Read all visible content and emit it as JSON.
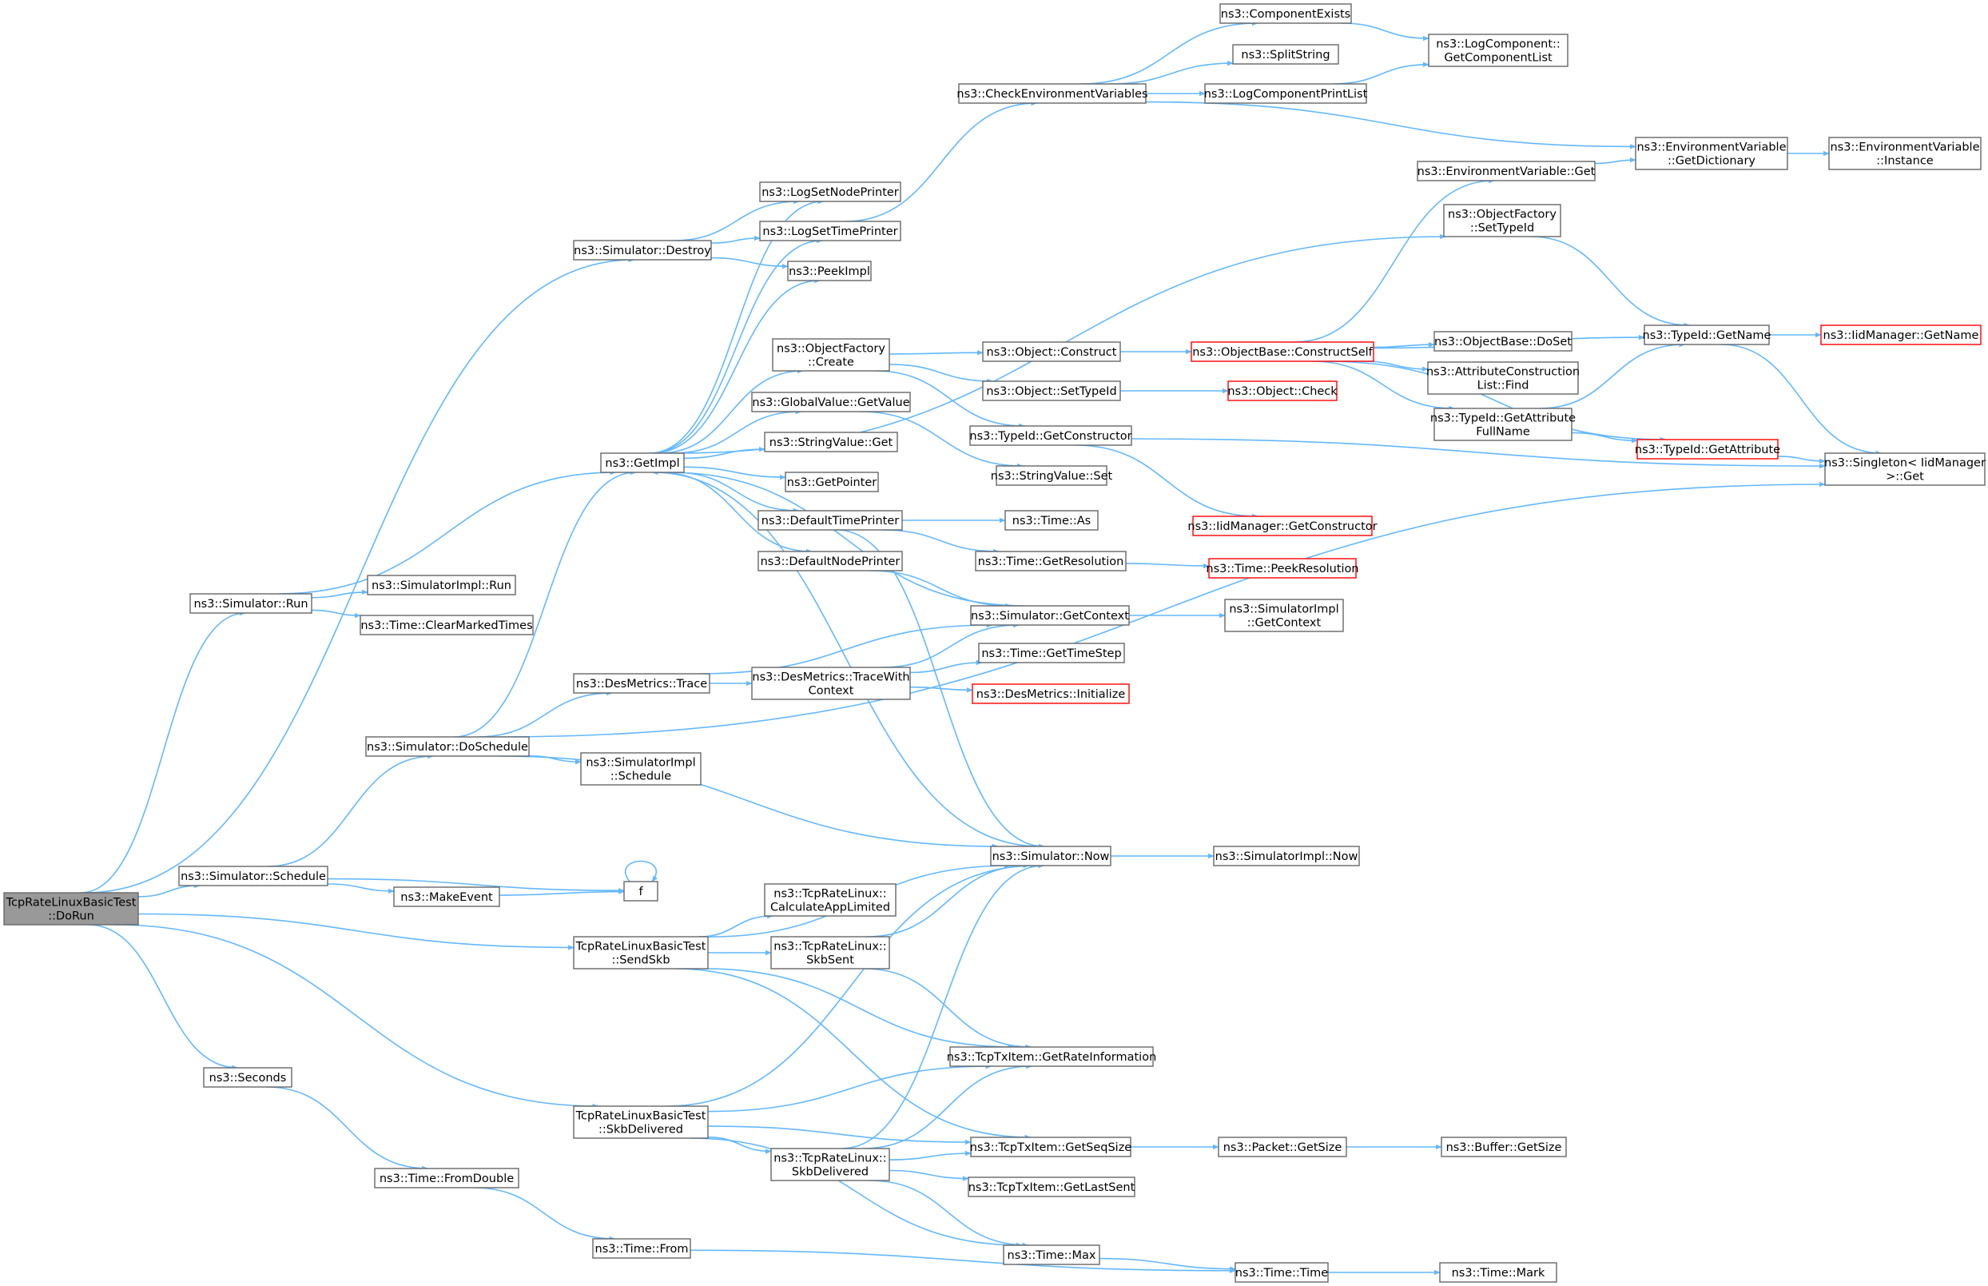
{
  "colors": {
    "edge": "#63b8ff",
    "node_border": "#666666",
    "node_fill": "#ffffff",
    "root_fill": "#999999",
    "truncated_border": "#ff0000",
    "text": "#000000"
  },
  "nodes": [
    {
      "id": "root",
      "lines": [
        "TcpRateLinuxBasicTest",
        "::DoRun"
      ],
      "kind": "root"
    },
    {
      "id": "sim_destroy",
      "lines": [
        "ns3::Simulator::Destroy"
      ]
    },
    {
      "id": "sim_run",
      "lines": [
        "ns3::Simulator::Run"
      ]
    },
    {
      "id": "sim_schedule",
      "lines": [
        "ns3::Simulator::Schedule"
      ]
    },
    {
      "id": "sim_doschedule",
      "lines": [
        "ns3::Simulator::DoSchedule"
      ]
    },
    {
      "id": "seconds",
      "lines": [
        "ns3::Seconds"
      ]
    },
    {
      "id": "sendskb",
      "lines": [
        "TcpRateLinuxBasicTest",
        "::SendSkb"
      ]
    },
    {
      "id": "skbdelivered",
      "lines": [
        "TcpRateLinuxBasicTest",
        "::SkbDelivered"
      ]
    },
    {
      "id": "getimpl",
      "lines": [
        "ns3::GetImpl"
      ]
    },
    {
      "id": "desmetrics_trace",
      "lines": [
        "ns3::DesMetrics::Trace"
      ]
    },
    {
      "id": "makeevent",
      "lines": [
        "ns3::MakeEvent"
      ]
    },
    {
      "id": "f",
      "lines": [
        "f"
      ]
    },
    {
      "id": "time_fromdouble",
      "lines": [
        "ns3::Time::FromDouble"
      ]
    },
    {
      "id": "time_from",
      "lines": [
        "ns3::Time::From"
      ]
    },
    {
      "id": "simimpl_run",
      "lines": [
        "ns3::SimulatorImpl::Run"
      ]
    },
    {
      "id": "time_clearmarked",
      "lines": [
        "ns3::Time::ClearMarkedTimes"
      ]
    },
    {
      "id": "simimpl_schedule",
      "lines": [
        "ns3::SimulatorImpl",
        "::Schedule"
      ]
    },
    {
      "id": "logsetnodeprinter",
      "lines": [
        "ns3::LogSetNodePrinter"
      ]
    },
    {
      "id": "logsettimeprinter",
      "lines": [
        "ns3::LogSetTimePrinter"
      ]
    },
    {
      "id": "peekimpl",
      "lines": [
        "ns3::PeekImpl"
      ]
    },
    {
      "id": "objfactory_create",
      "lines": [
        "ns3::ObjectFactory",
        "::Create"
      ]
    },
    {
      "id": "globalvalue_getvalue",
      "lines": [
        "ns3::GlobalValue::GetValue"
      ]
    },
    {
      "id": "stringvalue_get",
      "lines": [
        "ns3::StringValue::Get"
      ]
    },
    {
      "id": "getpointer",
      "lines": [
        "ns3::GetPointer"
      ]
    },
    {
      "id": "defaulttimeprinter",
      "lines": [
        "ns3::DefaultTimePrinter"
      ]
    },
    {
      "id": "defaultnodeprinter",
      "lines": [
        "ns3::DefaultNodePrinter"
      ]
    },
    {
      "id": "desmetrics_tracewith",
      "lines": [
        "ns3::DesMetrics::TraceWith",
        "Context"
      ]
    },
    {
      "id": "calcapplimited",
      "lines": [
        "ns3::TcpRateLinux::",
        "CalculateAppLimited"
      ]
    },
    {
      "id": "trl_skbsent",
      "lines": [
        "ns3::TcpRateLinux::",
        "SkbSent"
      ]
    },
    {
      "id": "trl_skbdelivered",
      "lines": [
        "ns3::TcpRateLinux::",
        "SkbDelivered"
      ]
    },
    {
      "id": "checkenv",
      "lines": [
        "ns3::CheckEnvironmentVariables"
      ]
    },
    {
      "id": "componentexists",
      "lines": [
        "ns3::ComponentExists"
      ]
    },
    {
      "id": "splitstring",
      "lines": [
        "ns3::SplitString"
      ]
    },
    {
      "id": "logcomponentprintlist",
      "lines": [
        "ns3::LogComponentPrintList"
      ]
    },
    {
      "id": "object_construct",
      "lines": [
        "ns3::Object::Construct"
      ]
    },
    {
      "id": "object_settypeid",
      "lines": [
        "ns3::Object::SetTypeId"
      ]
    },
    {
      "id": "typeid_getconstructor",
      "lines": [
        "ns3::TypeId::GetConstructor"
      ]
    },
    {
      "id": "stringvalue_set",
      "lines": [
        "ns3::StringValue::Set"
      ]
    },
    {
      "id": "time_as",
      "lines": [
        "ns3::Time::As"
      ]
    },
    {
      "id": "time_getresolution",
      "lines": [
        "ns3::Time::GetResolution"
      ]
    },
    {
      "id": "sim_getcontext",
      "lines": [
        "ns3::Simulator::GetContext"
      ]
    },
    {
      "id": "time_gettimestep",
      "lines": [
        "ns3::Time::GetTimeStep"
      ]
    },
    {
      "id": "desmetrics_initialize",
      "lines": [
        "ns3::DesMetrics::Initialize"
      ],
      "kind": "truncated"
    },
    {
      "id": "sim_now",
      "lines": [
        "ns3::Simulator::Now"
      ]
    },
    {
      "id": "tcptxitem_getrateinfo",
      "lines": [
        "ns3::TcpTxItem::GetRateInformation"
      ]
    },
    {
      "id": "tcptxitem_getseqsize",
      "lines": [
        "ns3::TcpTxItem::GetSeqSize"
      ]
    },
    {
      "id": "tcptxitem_getlastsent",
      "lines": [
        "ns3::TcpTxItem::GetLastSent"
      ]
    },
    {
      "id": "time_max",
      "lines": [
        "ns3::Time::Max"
      ]
    },
    {
      "id": "logcomponent_getlist",
      "lines": [
        "ns3::LogComponent::",
        "GetComponentList"
      ]
    },
    {
      "id": "envvar_get",
      "lines": [
        "ns3::EnvironmentVariable::Get"
      ]
    },
    {
      "id": "objfactory_settypeid",
      "lines": [
        "ns3::ObjectFactory",
        "::SetTypeId"
      ]
    },
    {
      "id": "objectbase_constructself",
      "lines": [
        "ns3::ObjectBase::ConstructSelf"
      ],
      "kind": "truncated"
    },
    {
      "id": "object_check",
      "lines": [
        "ns3::Object::Check"
      ],
      "kind": "truncated"
    },
    {
      "id": "iidmanager_getconstructor",
      "lines": [
        "ns3::IidManager::GetConstructor"
      ],
      "kind": "truncated"
    },
    {
      "id": "time_peekresolution",
      "lines": [
        "ns3::Time::PeekResolution"
      ],
      "kind": "truncated"
    },
    {
      "id": "simimpl_getcontext",
      "lines": [
        "ns3::SimulatorImpl",
        "::GetContext"
      ]
    },
    {
      "id": "simimpl_now",
      "lines": [
        "ns3::SimulatorImpl::Now"
      ]
    },
    {
      "id": "packet_getsize",
      "lines": [
        "ns3::Packet::GetSize"
      ]
    },
    {
      "id": "time_time",
      "lines": [
        "ns3::Time::Time"
      ]
    },
    {
      "id": "envvar_getdict",
      "lines": [
        "ns3::EnvironmentVariable",
        "::GetDictionary"
      ]
    },
    {
      "id": "objectbase_doset",
      "lines": [
        "ns3::ObjectBase::DoSet"
      ]
    },
    {
      "id": "attrconstruct_find",
      "lines": [
        "ns3::AttributeConstruction",
        "List::Find"
      ]
    },
    {
      "id": "typeid_getattrfullname",
      "lines": [
        "ns3::TypeId::GetAttribute",
        "FullName"
      ]
    },
    {
      "id": "typeid_getname",
      "lines": [
        "ns3::TypeId::GetName"
      ]
    },
    {
      "id": "typeid_getattribute",
      "lines": [
        "ns3::TypeId::GetAttribute"
      ],
      "kind": "truncated"
    },
    {
      "id": "buffer_getsize",
      "lines": [
        "ns3::Buffer::GetSize"
      ]
    },
    {
      "id": "time_mark",
      "lines": [
        "ns3::Time::Mark"
      ]
    },
    {
      "id": "envvar_instance",
      "lines": [
        "ns3::EnvironmentVariable",
        "::Instance"
      ]
    },
    {
      "id": "iidmanager_getname",
      "lines": [
        "ns3::IidManager::GetName"
      ],
      "kind": "truncated"
    },
    {
      "id": "singleton_get",
      "lines": [
        "ns3::Singleton< IidManager",
        " >::Get"
      ]
    }
  ],
  "edges": [
    [
      "root",
      "sim_destroy"
    ],
    [
      "root",
      "sim_run"
    ],
    [
      "root",
      "sim_schedule"
    ],
    [
      "root",
      "seconds"
    ],
    [
      "root",
      "sendskb"
    ],
    [
      "root",
      "skbdelivered"
    ],
    [
      "sim_destroy",
      "logsetnodeprinter"
    ],
    [
      "sim_destroy",
      "logsettimeprinter"
    ],
    [
      "sim_destroy",
      "peekimpl"
    ],
    [
      "sim_run",
      "getimpl"
    ],
    [
      "sim_run",
      "simimpl_run"
    ],
    [
      "sim_run",
      "time_clearmarked"
    ],
    [
      "sim_schedule",
      "sim_doschedule"
    ],
    [
      "sim_schedule",
      "makeevent"
    ],
    [
      "sim_schedule",
      "f"
    ],
    [
      "f",
      "f"
    ],
    [
      "makeevent",
      "f"
    ],
    [
      "sim_doschedule",
      "getimpl"
    ],
    [
      "sim_doschedule",
      "desmetrics_trace"
    ],
    [
      "sim_doschedule",
      "simimpl_schedule"
    ],
    [
      "sim_doschedule",
      "sim_now"
    ],
    [
      "sim_doschedule",
      "singleton_get"
    ],
    [
      "seconds",
      "time_fromdouble"
    ],
    [
      "time_fromdouble",
      "time_from"
    ],
    [
      "time_from",
      "time_time"
    ],
    [
      "getimpl",
      "logsetnodeprinter"
    ],
    [
      "getimpl",
      "logsettimeprinter"
    ],
    [
      "getimpl",
      "peekimpl"
    ],
    [
      "getimpl",
      "objfactory_create"
    ],
    [
      "getimpl",
      "globalvalue_getvalue"
    ],
    [
      "getimpl",
      "stringvalue_get"
    ],
    [
      "getimpl",
      "getpointer"
    ],
    [
      "getimpl",
      "defaulttimeprinter"
    ],
    [
      "getimpl",
      "defaultnodeprinter"
    ],
    [
      "getimpl",
      "objfactory_settypeid"
    ],
    [
      "desmetrics_trace",
      "desmetrics_tracewith"
    ],
    [
      "desmetrics_trace",
      "sim_getcontext"
    ],
    [
      "desmetrics_tracewith",
      "sim_getcontext"
    ],
    [
      "desmetrics_tracewith",
      "time_gettimestep"
    ],
    [
      "desmetrics_tracewith",
      "desmetrics_initialize"
    ],
    [
      "logsettimeprinter",
      "checkenv"
    ],
    [
      "checkenv",
      "componentexists"
    ],
    [
      "checkenv",
      "splitstring"
    ],
    [
      "checkenv",
      "logcomponentprintlist"
    ],
    [
      "checkenv",
      "envvar_getdict"
    ],
    [
      "componentexists",
      "logcomponent_getlist"
    ],
    [
      "logcomponentprintlist",
      "logcomponent_getlist"
    ],
    [
      "objfactory_create",
      "object_construct"
    ],
    [
      "objfactory_create",
      "object_settypeid"
    ],
    [
      "objfactory_create",
      "typeid_getconstructor"
    ],
    [
      "globalvalue_getvalue",
      "stringvalue_set"
    ],
    [
      "object_construct",
      "objectbase_constructself"
    ],
    [
      "object_settypeid",
      "object_check"
    ],
    [
      "typeid_getconstructor",
      "iidmanager_getconstructor"
    ],
    [
      "typeid_getconstructor",
      "singleton_get"
    ],
    [
      "objectbase_constructself",
      "envvar_get"
    ],
    [
      "objectbase_constructself",
      "objectbase_doset"
    ],
    [
      "objectbase_constructself",
      "attrconstruct_find"
    ],
    [
      "objectbase_constructself",
      "typeid_getattrfullname"
    ],
    [
      "objectbase_constructself",
      "typeid_getname"
    ],
    [
      "objectbase_constructself",
      "typeid_getattribute"
    ],
    [
      "envvar_get",
      "envvar_getdict"
    ],
    [
      "envvar_getdict",
      "envvar_instance"
    ],
    [
      "objfactory_settypeid",
      "typeid_getname"
    ],
    [
      "typeid_getattrfullname",
      "typeid_getname"
    ],
    [
      "typeid_getattrfullname",
      "typeid_getattribute"
    ],
    [
      "typeid_getattribute",
      "singleton_get"
    ],
    [
      "typeid_getname",
      "iidmanager_getname"
    ],
    [
      "typeid_getname",
      "singleton_get"
    ],
    [
      "defaulttimeprinter",
      "time_as"
    ],
    [
      "defaulttimeprinter",
      "time_getresolution"
    ],
    [
      "defaulttimeprinter",
      "sim_now"
    ],
    [
      "defaultnodeprinter",
      "sim_getcontext"
    ],
    [
      "time_getresolution",
      "time_peekresolution"
    ],
    [
      "sim_getcontext",
      "getimpl"
    ],
    [
      "sim_getcontext",
      "simimpl_getcontext"
    ],
    [
      "sim_now",
      "getimpl"
    ],
    [
      "sim_now",
      "simimpl_now"
    ],
    [
      "sendskb",
      "sim_now"
    ],
    [
      "sendskb",
      "calcapplimited"
    ],
    [
      "sendskb",
      "trl_skbsent"
    ],
    [
      "sendskb",
      "tcptxitem_getrateinfo"
    ],
    [
      "sendskb",
      "tcptxitem_getseqsize"
    ],
    [
      "trl_skbsent",
      "sim_now"
    ],
    [
      "trl_skbsent",
      "tcptxitem_getrateinfo"
    ],
    [
      "skbdelivered",
      "sim_now"
    ],
    [
      "skbdelivered",
      "tcptxitem_getrateinfo"
    ],
    [
      "skbdelivered",
      "trl_skbdelivered"
    ],
    [
      "skbdelivered",
      "tcptxitem_getseqsize"
    ],
    [
      "skbdelivered",
      "time_max"
    ],
    [
      "trl_skbdelivered",
      "sim_now"
    ],
    [
      "trl_skbdelivered",
      "tcptxitem_getrateinfo"
    ],
    [
      "trl_skbdelivered",
      "tcptxitem_getseqsize"
    ],
    [
      "trl_skbdelivered",
      "tcptxitem_getlastsent"
    ],
    [
      "trl_skbdelivered",
      "time_max"
    ],
    [
      "tcptxitem_getseqsize",
      "packet_getsize"
    ],
    [
      "packet_getsize",
      "buffer_getsize"
    ],
    [
      "time_max",
      "time_time"
    ],
    [
      "time_time",
      "time_mark"
    ]
  ]
}
